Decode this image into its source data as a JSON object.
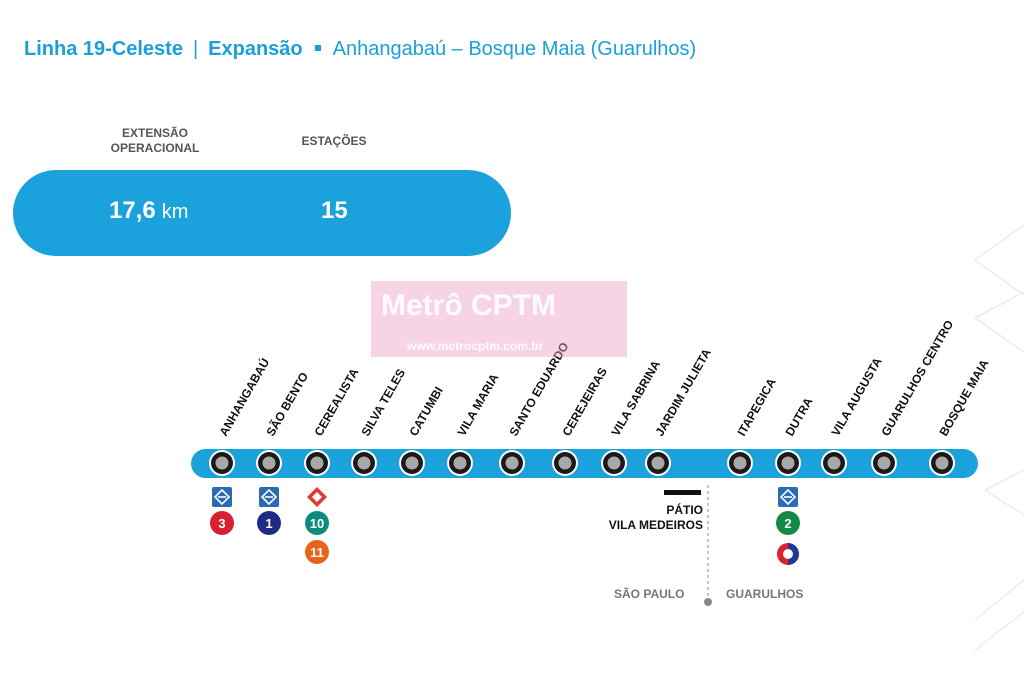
{
  "header": {
    "line_name": "Linha 19-Celeste",
    "separator": "|",
    "phase": "Expansão",
    "route": "Anhangabaú – Bosque Maia (Guarulhos)",
    "accent_color": "#1aa0d8"
  },
  "stats": {
    "extension_label_1": "EXTENSÃO",
    "extension_label_2": "OPERACIONAL",
    "extension_value": "17,6",
    "extension_unit": "km",
    "stations_label": "ESTAÇÕES",
    "stations_value": "15",
    "pill_color": "#1ba1dc"
  },
  "watermark": {
    "logo": "Metrô CPTM",
    "url": "www.metrocptm.com.br"
  },
  "stations": [
    {
      "name": "ANHANGABAÚ"
    },
    {
      "name": "SÃO BENTO"
    },
    {
      "name": "CEREALISTA"
    },
    {
      "name": "SILVA TELES"
    },
    {
      "name": "CATUMBI"
    },
    {
      "name": "VILA MARIA"
    },
    {
      "name": "SANTO EDUARDO"
    },
    {
      "name": "CEREJEIRAS"
    },
    {
      "name": "VILA SABRINA"
    },
    {
      "name": "JARDIM JULIETA"
    },
    {
      "name": "ITAPEGICA"
    },
    {
      "name": "DUTRA"
    },
    {
      "name": "VILA AUGUSTA"
    },
    {
      "name": "GUARULHOS CENTRO"
    },
    {
      "name": "BOSQUE MAIA"
    }
  ],
  "connections": [
    {
      "station": "ANHANGABAÚ",
      "badges": [
        {
          "type": "metro-logo"
        },
        {
          "type": "line",
          "number": "3",
          "color": "#d6202e"
        }
      ]
    },
    {
      "station": "SÃO BENTO",
      "badges": [
        {
          "type": "metro-logo"
        },
        {
          "type": "line",
          "number": "1",
          "color": "#1f2a87"
        }
      ]
    },
    {
      "station": "CEREALISTA",
      "badges": [
        {
          "type": "cptm-logo"
        },
        {
          "type": "line",
          "number": "10",
          "color": "#0e8a7e"
        },
        {
          "type": "line",
          "number": "11",
          "color": "#e8641c"
        }
      ]
    },
    {
      "station": "DUTRA",
      "badges": [
        {
          "type": "metro-logo"
        },
        {
          "type": "line",
          "number": "2",
          "color": "#128a47"
        },
        {
          "type": "rail-logo"
        }
      ]
    }
  ],
  "yard": {
    "line1": "PÁTIO",
    "line2": "VILA MEDEIROS"
  },
  "boundary": {
    "left": "SÃO PAULO",
    "right": "GUARULHOS"
  },
  "line_color": "#1ba1dc"
}
